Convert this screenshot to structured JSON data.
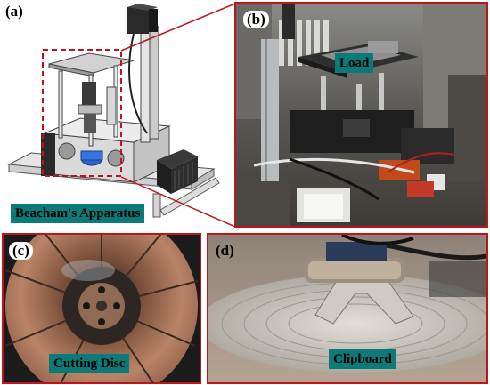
{
  "panels": {
    "a": {
      "letter": "(a)",
      "caption": "Beacham's Apparatus"
    },
    "b": {
      "letter": "(b)",
      "caption": "Load"
    },
    "c": {
      "letter": "(c)",
      "caption": "Cutting Disc"
    },
    "d": {
      "letter": "(d)",
      "caption": "Clipboard"
    }
  },
  "colors": {
    "frame": "#c0141c",
    "caption_bg": "#0b7a78",
    "background": "#ffffff"
  },
  "icons": {
    "a": "apparatus-cad-drawing",
    "b": "lab-setup-photo",
    "c": "cutting-disc-photo",
    "d": "clipboard-photo"
  }
}
